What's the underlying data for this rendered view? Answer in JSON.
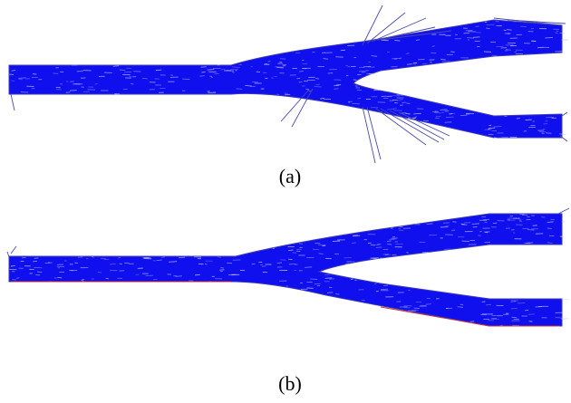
{
  "figure": {
    "panels": [
      {
        "id": "a",
        "caption": "(a)"
      },
      {
        "id": "b",
        "caption": "(b)"
      }
    ],
    "colors": {
      "fill": "#1010ee",
      "stroke_line": "#3b3bb8",
      "outlier": "#4a4ab0",
      "speckle": "#c8c8ff",
      "edge_accent": "#d03030"
    }
  }
}
